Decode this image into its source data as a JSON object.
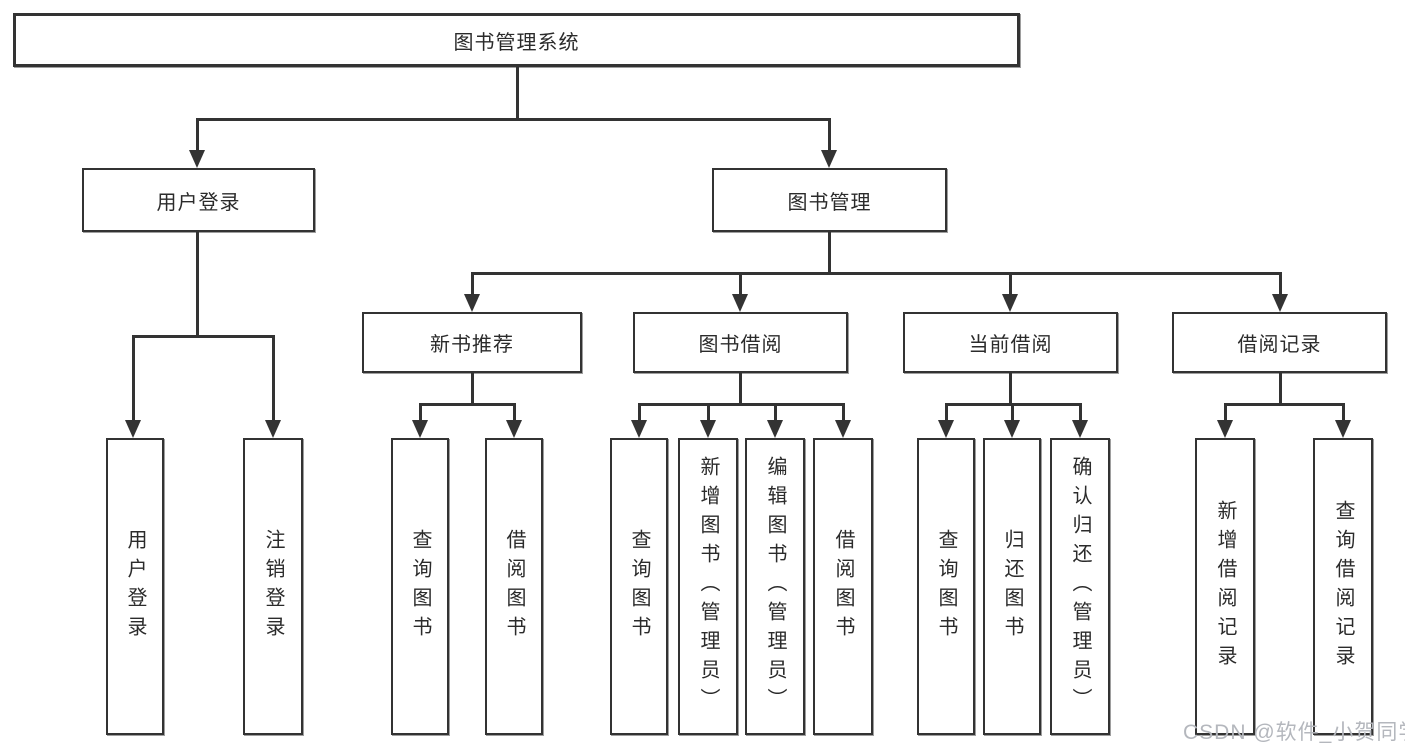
{
  "root": {
    "label": "图书管理系统"
  },
  "branches": [
    {
      "label": "用户登录"
    },
    {
      "label": "图书管理"
    }
  ],
  "modules": [
    {
      "label": "新书推荐"
    },
    {
      "label": "图书借阅"
    },
    {
      "label": "当前借阅"
    },
    {
      "label": "借阅记录"
    }
  ],
  "leaves": [
    {
      "label": "用户登录"
    },
    {
      "label": "注销登录"
    },
    {
      "label": "查询图书"
    },
    {
      "label": "借阅图书"
    },
    {
      "label": "查询图书"
    },
    {
      "label": "新增图书（管理员）"
    },
    {
      "label": "编辑图书（管理员）"
    },
    {
      "label": "借阅图书"
    },
    {
      "label": "查询图书"
    },
    {
      "label": "归还图书"
    },
    {
      "label": "确认归还（管理员）"
    },
    {
      "label": "新增借阅记录"
    },
    {
      "label": "查询借阅记录"
    }
  ],
  "watermark": "CSDN @软件_小贺同学",
  "colors": {
    "line": "#333333",
    "text": "#2b2b2b",
    "watermark": "#b4b7bd",
    "background": "#ffffff"
  }
}
